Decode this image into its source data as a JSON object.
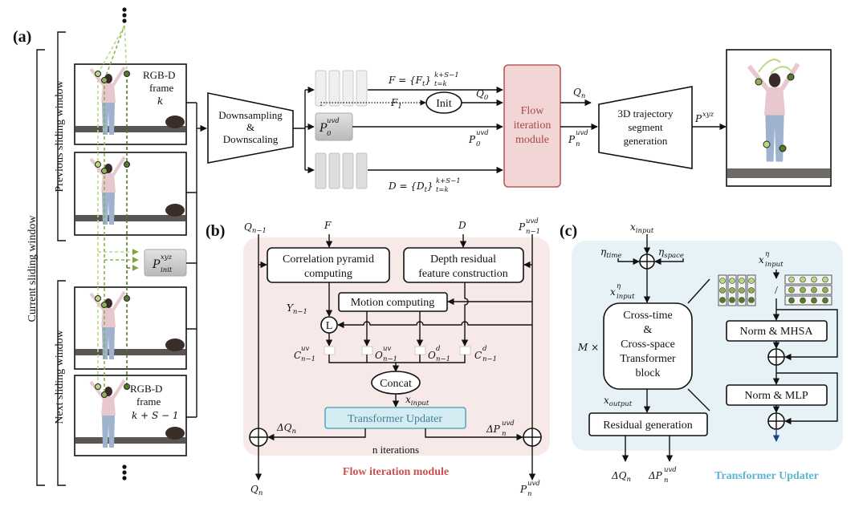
{
  "colors": {
    "flow_module_fill": "#f2d6d6",
    "flow_module_stroke": "#b85c5c",
    "flow_module_text": "#a84848",
    "panel_b_bg": "#f8e9e9",
    "panel_c_bg": "#e7f2f6",
    "updater_fill": "#d6ecf3",
    "updater_stroke": "#5aa9c2",
    "updater_title": "#5bb6d3",
    "flow_title": "#cc4f4f",
    "track_light": "#b9d982",
    "track_mid": "#8cb24c",
    "track_dark": "#56792a"
  },
  "panel_a": {
    "label": "(a)",
    "current_window": "Current sliding window",
    "previous_window": "Previous sliding window",
    "next_window": "Next sliding window",
    "frame_first": {
      "line1": "RGB-D",
      "line2": "frame",
      "line3": "k"
    },
    "frame_last": {
      "line1": "RGB-D",
      "line2": "frame",
      "line3": "k + S − 1"
    },
    "p_init": {
      "base": "P",
      "sup": "xyz",
      "sub": "init"
    },
    "downsampling": [
      "Downsampling",
      "&",
      "Downscaling"
    ],
    "F_eq": {
      "lhs": "F = {F",
      "inner_sub": "t",
      "close": "}",
      "sub": "t=k",
      "sup": "k+S−1"
    },
    "D_eq": {
      "lhs": "D = {D",
      "inner_sub": "t",
      "close": "}",
      "sub": "t=k",
      "sup": "k+S−1"
    },
    "F1": {
      "base": "F",
      "sub": "1"
    },
    "init": "Init",
    "Q0": {
      "base": "Q",
      "sub": "0"
    },
    "P0_box": {
      "base": "P",
      "sub": "0",
      "sup": "uvd"
    },
    "P0_label": {
      "base": "P",
      "sub": "0",
      "sup": "uvd"
    },
    "flow_module": [
      "Flow",
      "iteration",
      "module"
    ],
    "Qn": {
      "base": "Q",
      "sub": "n"
    },
    "Pn": {
      "base": "P",
      "sub": "n",
      "sup": "uvd"
    },
    "trajectory": [
      "3D trajectory",
      "segment",
      "generation"
    ],
    "Pxyz": {
      "base": "P",
      "sup": "xyz"
    }
  },
  "panel_b": {
    "label": "(b)",
    "Qn1": {
      "base": "Q",
      "sub": "n−1"
    },
    "F": "F",
    "D": "D",
    "Pn1": {
      "base": "P",
      "sub": "n−1",
      "sup": "uvd"
    },
    "correlation": [
      "Correlation pyramid",
      "computing"
    ],
    "depth": [
      "Depth residual",
      "feature construction"
    ],
    "motion": "Motion computing",
    "Y": {
      "base": "Y",
      "sub": "n−1"
    },
    "L": "L",
    "C_uv": {
      "base": "C",
      "sub": "n−1",
      "sup": "uv"
    },
    "O_uv": {
      "base": "O",
      "sub": "n−1",
      "sup": "uv"
    },
    "O_d": {
      "base": "O",
      "sub": "n−1",
      "sup": "d"
    },
    "C_d": {
      "base": "C",
      "sub": "n−1",
      "sup": "d"
    },
    "concat": "Concat",
    "x_input": {
      "base": "x",
      "sub": "input"
    },
    "updater": "Transformer Updater",
    "dQ": {
      "base": "ΔQ",
      "sub": "n"
    },
    "dP": {
      "base": "ΔP",
      "sub": "n",
      "sup": "uvd"
    },
    "iterations": "n iterations",
    "Qn": {
      "base": "Q",
      "sub": "n"
    },
    "Pn": {
      "base": "P",
      "sub": "n",
      "sup": "uvd"
    },
    "title": "Flow iteration module"
  },
  "panel_c": {
    "label": "(c)",
    "x_input": {
      "base": "x",
      "sub": "input"
    },
    "eta_time": {
      "base": "η",
      "sub": "time"
    },
    "eta_space": {
      "base": "η",
      "sub": "space"
    },
    "x_input_eta": {
      "base": "x",
      "sub": "input",
      "sup": "η"
    },
    "block": [
      "Cross-time",
      "&",
      "Cross-space",
      "Transformer",
      "block"
    ],
    "repeat": "M ×",
    "x_output": {
      "base": "x",
      "sub": "output"
    },
    "residual": "Residual generation",
    "dQ": {
      "base": "ΔQ",
      "sub": "n"
    },
    "dP": {
      "base": "ΔP",
      "sub": "n",
      "sup": "uvd"
    },
    "x_input_eta_right": {
      "base": "x",
      "sub": "input",
      "sup": "η"
    },
    "slash": "/",
    "mhsa": "Norm & MHSA",
    "mlp": "Norm & MLP",
    "title": "Transformer Updater"
  }
}
